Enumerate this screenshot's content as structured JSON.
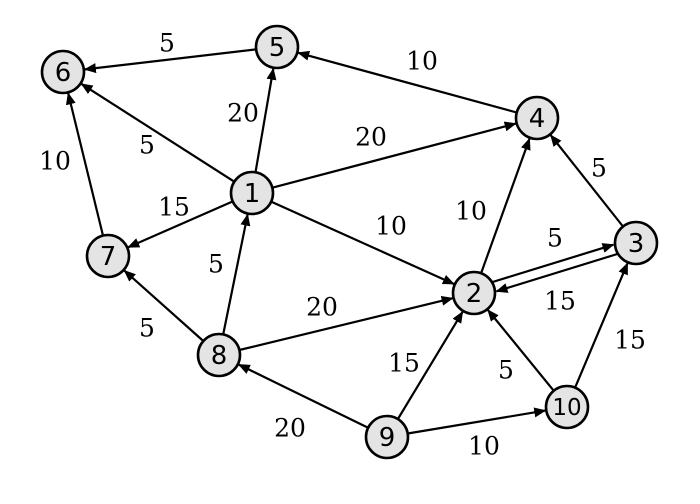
{
  "graph": {
    "nodes": [
      {
        "id": "1",
        "label": "1"
      },
      {
        "id": "2",
        "label": "2"
      },
      {
        "id": "3",
        "label": "3"
      },
      {
        "id": "4",
        "label": "4"
      },
      {
        "id": "5",
        "label": "5"
      },
      {
        "id": "6",
        "label": "6"
      },
      {
        "id": "7",
        "label": "7"
      },
      {
        "id": "8",
        "label": "8"
      },
      {
        "id": "9",
        "label": "9"
      },
      {
        "id": "10",
        "label": "10"
      }
    ],
    "edges": [
      {
        "from": "5",
        "to": "6",
        "weight": "5"
      },
      {
        "from": "4",
        "to": "5",
        "weight": "10"
      },
      {
        "from": "1",
        "to": "6",
        "weight": "5"
      },
      {
        "from": "1",
        "to": "5",
        "weight": "20"
      },
      {
        "from": "1",
        "to": "4",
        "weight": "20"
      },
      {
        "from": "7",
        "to": "6",
        "weight": "10"
      },
      {
        "from": "1",
        "to": "7",
        "weight": "15"
      },
      {
        "from": "1",
        "to": "2",
        "weight": "10"
      },
      {
        "from": "2",
        "to": "4",
        "weight": "10"
      },
      {
        "from": "3",
        "to": "4",
        "weight": "5"
      },
      {
        "from": "2",
        "to": "3",
        "weight": "5"
      },
      {
        "from": "3",
        "to": "2",
        "weight": "15"
      },
      {
        "from": "8",
        "to": "1",
        "weight": "5"
      },
      {
        "from": "8",
        "to": "7",
        "weight": "5"
      },
      {
        "from": "8",
        "to": "2",
        "weight": "20"
      },
      {
        "from": "9",
        "to": "8",
        "weight": "20"
      },
      {
        "from": "9",
        "to": "2",
        "weight": "15"
      },
      {
        "from": "9",
        "to": "10",
        "weight": "10"
      },
      {
        "from": "10",
        "to": "2",
        "weight": "5"
      },
      {
        "from": "10",
        "to": "3",
        "weight": "15"
      }
    ]
  }
}
